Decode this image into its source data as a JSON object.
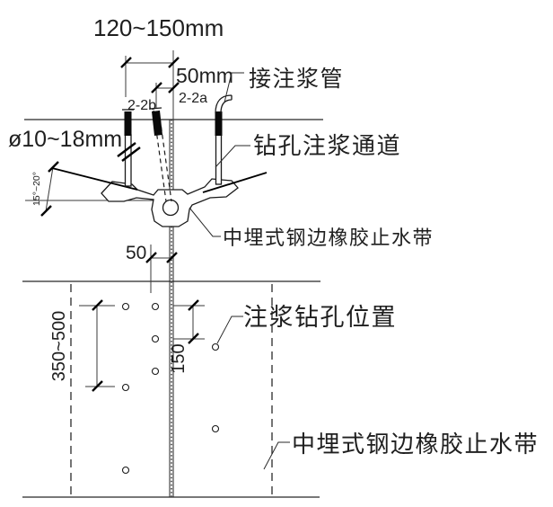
{
  "dims": {
    "top_width": "120~150mm",
    "hole_offset": "50mm",
    "section_b": "2-2b",
    "section_a": "2-2a",
    "tube_diameter": "ø10~18mm",
    "drill_angle": "15°~20°",
    "joint_to_hole": "50",
    "row_spacing": "350~500",
    "pair_spacing": "150"
  },
  "labels": {
    "connect_grout_pipe": "接注浆管",
    "drill_grout_channel": "钻孔注浆通道",
    "waterstop_upper": "中埋式钢边橡胶止水带",
    "grout_hole_position": "注浆钻孔位置",
    "waterstop_lower": "中埋式钢边橡胶止水带"
  },
  "colors": {
    "line_dark": "#1a1a1a",
    "line_gray": "#787878",
    "background": "#ffffff"
  }
}
